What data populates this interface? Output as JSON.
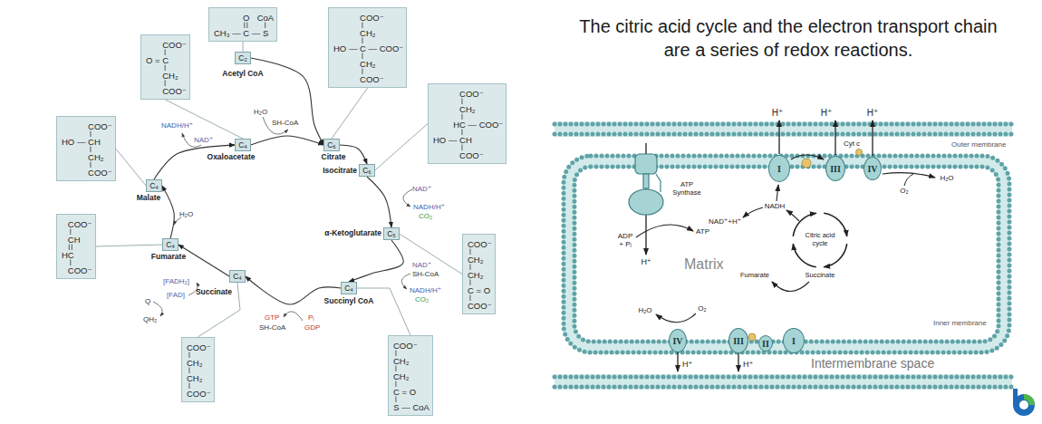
{
  "diagram": {
    "title": "The citric acid cycle and the electron transport chain are a series of redox reactions.",
    "nodes": [
      {
        "text": [
          "O",
          "CoA",
          "CH₃ — C — S"
        ]
      },
      {
        "text": [
          "C₂"
        ]
      },
      {
        "text": [
          "COO⁻",
          "CH₂",
          "HO — C — COO⁻",
          "CH₂",
          "COO⁻"
        ]
      },
      {
        "text": [
          "C₆"
        ]
      },
      {
        "text": [
          "COO⁻",
          "CH₂",
          "HC — COO⁻",
          "HO — CH",
          "COO⁻"
        ]
      },
      {
        "text": [
          "C₆"
        ]
      },
      {
        "text": [
          "COO⁻",
          "CH₂",
          "CH₂",
          "C = O",
          "COO⁻"
        ]
      },
      {
        "text": [
          "C₅"
        ]
      },
      {
        "text": [
          "COO⁻",
          "CH₂",
          "CH₂",
          "C = O",
          "S — CoA"
        ]
      },
      {
        "text": [
          "C₄"
        ]
      },
      {
        "text": [
          "COO⁻",
          "CH₂",
          "CH₂",
          "COO⁻"
        ]
      },
      {
        "text": [
          "C₄"
        ]
      },
      {
        "text": [
          "COO⁻",
          "CH",
          "HC",
          "COO⁻"
        ]
      },
      {
        "text": [
          "C₄"
        ]
      },
      {
        "text": [
          "COO⁻",
          "HO — CH",
          "CH₂",
          "COO⁻"
        ]
      },
      {
        "text": [
          "C₄"
        ]
      },
      {
        "text": [
          "COO⁻",
          "O = C",
          "CH₂",
          "COO⁻"
        ]
      },
      {
        "text": [
          "C₄"
        ]
      },
      {
        "text": [
          "I"
        ]
      },
      {
        "text": [
          "III"
        ]
      },
      {
        "text": [
          "IV"
        ]
      },
      {
        "text": [
          "IV"
        ]
      },
      {
        "text": [
          "III"
        ]
      },
      {
        "text": [
          "II"
        ]
      },
      {
        "text": [
          "I"
        ]
      }
    ],
    "edges": [
      {
        "from": 0,
        "to": 1,
        "arrow": "none"
      },
      {
        "from": 2,
        "to": 3,
        "arrow": "none"
      },
      {
        "from": 4,
        "to": 5,
        "arrow": "none"
      },
      {
        "from": 6,
        "to": 7,
        "arrow": "none"
      },
      {
        "from": 8,
        "to": 9,
        "arrow": "none"
      },
      {
        "from": 10,
        "to": 11,
        "arrow": "none"
      },
      {
        "from": 12,
        "to": 13,
        "arrow": "none"
      },
      {
        "from": 14,
        "to": 15,
        "arrow": "none"
      },
      {
        "from": 16,
        "to": 17,
        "arrow": "none"
      },
      {
        "from": 17,
        "to": 3,
        "arrow": "to"
      },
      {
        "from": 1,
        "to": 3,
        "arrow": "to"
      },
      {
        "from": 3,
        "to": 5,
        "arrow": "to"
      },
      {
        "from": 5,
        "to": 7,
        "arrow": "to"
      },
      {
        "from": 7,
        "to": 9,
        "arrow": "to"
      },
      {
        "from": 9,
        "to": 11,
        "arrow": "to"
      },
      {
        "from": 11,
        "to": 13,
        "arrow": "to"
      },
      {
        "from": 13,
        "to": 15,
        "arrow": "to"
      },
      {
        "from": 15,
        "to": 17,
        "arrow": "to"
      }
    ],
    "labels": [
      "Acetyl CoA",
      "Citrate",
      "Isocitrate",
      "α-Ketoglutarate",
      "Succinyl CoA",
      "Succinate",
      "Fumarate",
      "Malate",
      "Oxaloacetate",
      "H₂O",
      "SH-CoA",
      "NAD⁺",
      "NADH/H⁺",
      "CO₂",
      "NAD⁺",
      "SH-CoA",
      "NADH/H⁺",
      "CO₂",
      "GTP",
      "Pᵢ",
      "SH-CoA",
      "GDP",
      "[FADH₂]",
      "[FAD]",
      "Q",
      "QH₂",
      "H₂O",
      "NADH/H⁺",
      "NAD⁺",
      "H⁺",
      "H⁺",
      "H⁺",
      "Cyt c",
      "Outer membrane",
      "ATP Synthase",
      "ATP",
      "ADP + Pᵢ",
      "H⁺",
      "NADH",
      "NAD⁺+H⁺",
      "Citric acid cycle",
      "Matrix",
      "Fumarate",
      "Succinate",
      "O₂",
      "H₂O",
      "H₂O",
      "O₂",
      "Inner membrane",
      "H⁺",
      "H⁺",
      "Intermembrane space"
    ]
  }
}
